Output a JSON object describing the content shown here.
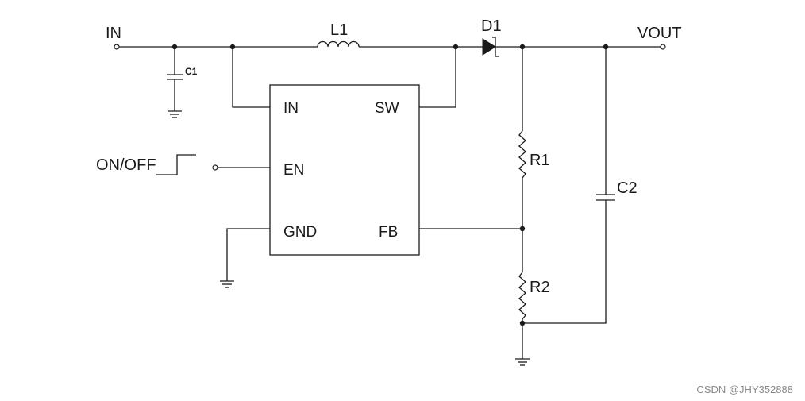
{
  "labels": {
    "in": "IN",
    "vout": "VOUT",
    "l1": "L1",
    "d1": "D1",
    "c1": "C1",
    "c2": "C2",
    "r1": "R1",
    "r2": "R2",
    "onoff": "ON/OFF"
  },
  "ic_pins": {
    "in": "IN",
    "sw": "SW",
    "en": "EN",
    "gnd": "GND",
    "fb": "FB"
  },
  "watermark": "CSDN @JHY352888"
}
